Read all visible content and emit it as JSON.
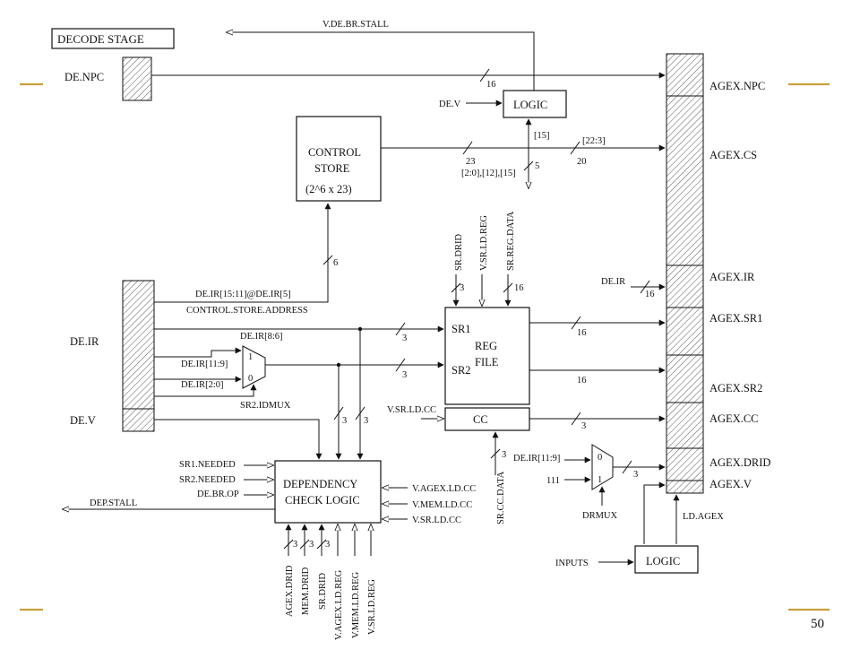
{
  "slide": {
    "page_number": "50",
    "accent_color": "#c9a13b"
  },
  "diagram": {
    "stage_title": "DECODE  STAGE",
    "latches_left": [
      "DE.NPC",
      "DE.IR",
      "DE.V"
    ],
    "latches_right": [
      "AGEX.NPC",
      "AGEX.CS",
      "AGEX.IR",
      "AGEX.SR1",
      "AGEX.SR2",
      "AGEX.CC",
      "AGEX.DRID",
      "AGEX.V"
    ],
    "blocks": {
      "logic_top": "LOGIC",
      "control_store": [
        "CONTROL",
        "STORE",
        "(2^6 x 23)"
      ],
      "reg_file": [
        "REG",
        "FILE"
      ],
      "reg_sr1": "SR1",
      "reg_sr2": "SR2",
      "cc": "CC",
      "dep_check": [
        "DEPENDENCY",
        "CHECK LOGIC"
      ],
      "logic_bottom": "LOGIC",
      "mux_sr2_in1": "1",
      "mux_sr2_in0": "0",
      "mux_dr_in0": "0",
      "mux_dr_in1": "1"
    },
    "signals": {
      "de_br_stall": "V.DE.BR.STALL",
      "de_v": "DE.V",
      "bit15": "[15]",
      "bits22_3": "[22:3]",
      "bits_cs": "[2:0],[12],[15]",
      "de_ir_cs_addr": "DE.IR[15:11]@DE.IR[5]",
      "cs_address": "CONTROL.STORE.ADDRESS",
      "de_ir_8_6": "DE.IR[8:6]",
      "de_ir_11_9": "DE.IR[11:9]",
      "de_ir_2_0": "DE.IR[2:0]",
      "sr2_idmux": "SR2.IDMUX",
      "sr_drid": "SR.DRID",
      "v_sr_ld_reg": "V.SR.LD.REG",
      "sr_reg_data": "SR.REG.DATA",
      "v_sr_ld_cc": "V.SR.LD.CC",
      "sr_cc_data": "SR.CC.DATA",
      "de_ir_right": "DE.IR",
      "de_ir_11_9_drmux": "DE.IR[11:9]",
      "const_111": "111",
      "drmux": "DRMUX",
      "ld_agex": "LD.AGEX",
      "inputs": "INPUTS",
      "sr1_needed": "SR1.NEEDED",
      "sr2_needed": "SR2.NEEDED",
      "de_br_op": "DE.BR.OP",
      "dep_stall": "DEP.STALL",
      "v_agex_ld_cc": "V.AGEX.LD.CC",
      "v_mem_ld_cc": "V.MEM.LD.CC",
      "v_sr_ld_cc2": "V.SR.LD.CC",
      "bottom_inputs": [
        "AGEX.DRID",
        "MEM.DRID",
        "SR.DRID",
        "V.AGEX.LD.REG",
        "V.MEM.LD.REG",
        "V.SR.LD.REG"
      ]
    },
    "bus_widths": {
      "npc": "16",
      "cs_23": "23",
      "cs_5": "5",
      "cs_20": "20",
      "cs_addr_6": "6",
      "sr1_3": "3",
      "sr2_3": "3",
      "drid_3": "3",
      "reg_data_16": "16",
      "ir_16": "16",
      "sr1_out_16": "16",
      "sr2_out_16": "16",
      "cc_out_3": "3",
      "cc_data_3": "3",
      "drmux_out_3": "3",
      "dep_in_3a": "3",
      "dep_in_3b": "3",
      "bottom_3a": "3",
      "bottom_3b": "3",
      "bottom_3c": "3"
    }
  }
}
